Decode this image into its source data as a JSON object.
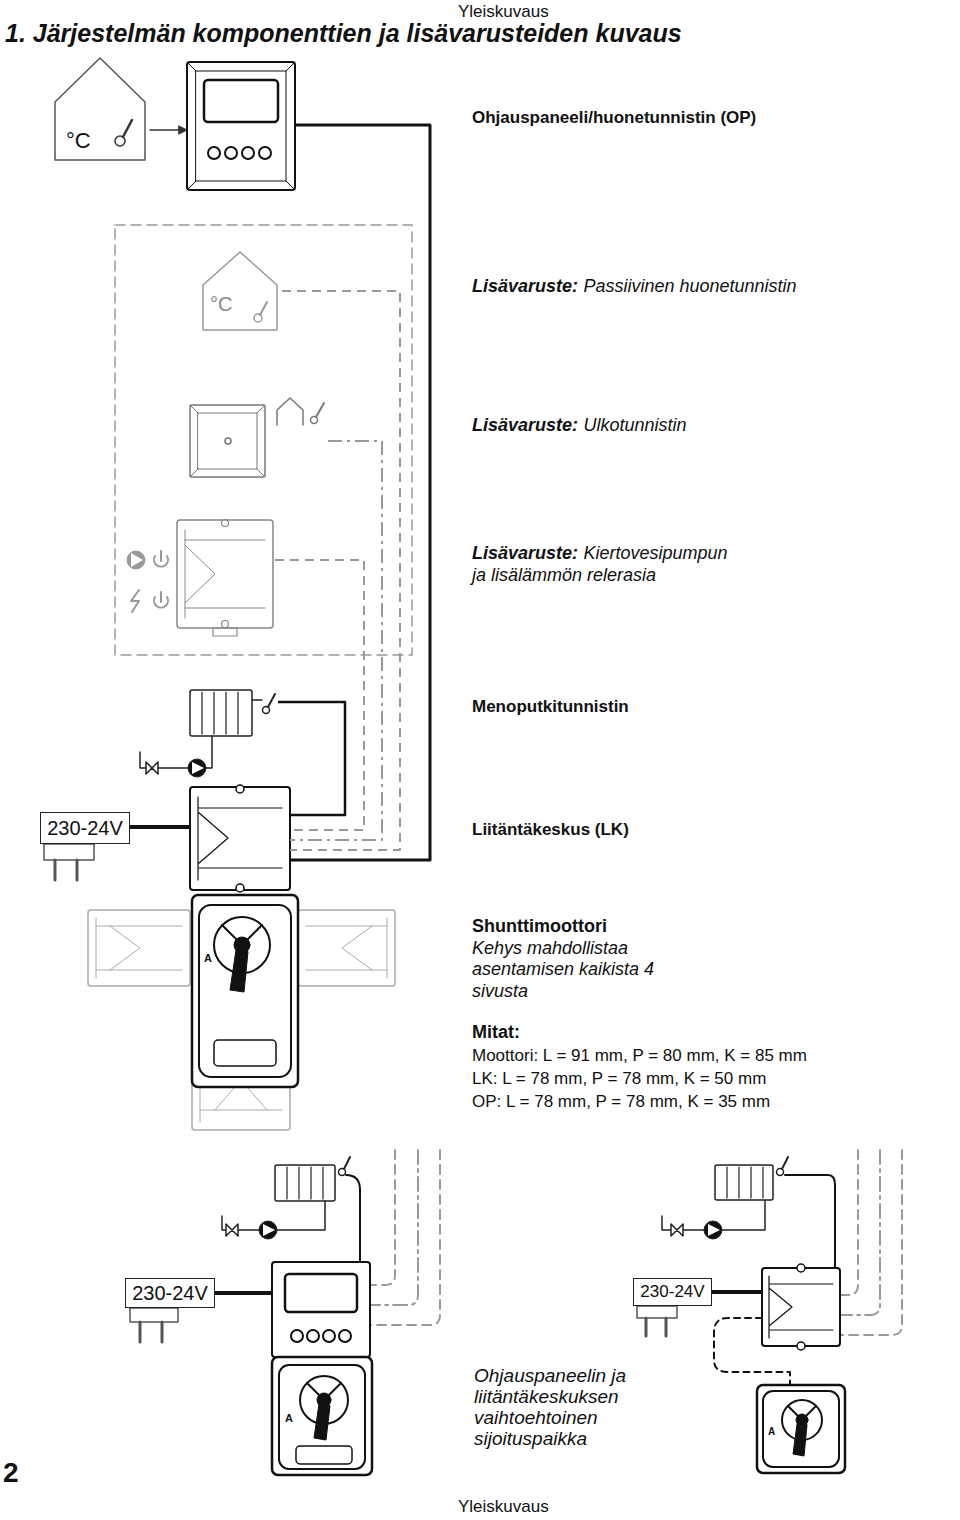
{
  "diagram": {
    "title": "1. Järjestelmän komponenttien ja lisävarusteiden kuvaus",
    "nodes": [
      {
        "text": [
          "Ohjauspaneeli/huonetunnistin (OP)"
        ]
      },
      {
        "text": [
          "Lisävaruste:",
          "Passiivinen huonetunnistin"
        ]
      },
      {
        "text": [
          "Lisävaruste:",
          "Ulkotunnistin"
        ]
      },
      {
        "text": [
          "Lisävaruste:",
          "Kiertovesipumpun ja lisälämmön relerasia"
        ]
      },
      {
        "text": [
          "Menoputkitunnistin"
        ]
      },
      {
        "text": [
          "230-24V"
        ]
      },
      {
        "text": [
          "Liitäntäkeskus (LK)"
        ]
      },
      {
        "text": [
          "Shunttimoottori",
          "Kehys mahdollistaa asentamisen kaikista 4 sivusta"
        ]
      },
      {
        "text": [
          "230-24V"
        ]
      },
      {
        "text": [
          "230-24V"
        ]
      }
    ],
    "edges": [
      {
        "from": 0,
        "to": 6,
        "arrow": "none"
      },
      {
        "from": 1,
        "to": 6,
        "arrow": "none"
      },
      {
        "from": 2,
        "to": 6,
        "arrow": "none"
      },
      {
        "from": 3,
        "to": 6,
        "arrow": "none"
      },
      {
        "from": 4,
        "to": 6,
        "arrow": "none"
      },
      {
        "from": 5,
        "to": 6,
        "arrow": "none"
      }
    ],
    "labels": [
      "Yleiskuvaus",
      "°C",
      "°C",
      "A",
      "Mitat:",
      "Moottori: L = 91 mm, P = 80 mm, K = 85 mm",
      "LK: L = 78 mm, P = 78 mm, K = 50 mm",
      "OP: L = 78 mm, P = 78 mm, K = 35 mm",
      "A",
      "A",
      "Ohjauspaneelin ja liitäntäkeskuksen vaihtoehtoinen sijoituspaikka",
      "2",
      "Yleiskuvaus"
    ]
  }
}
